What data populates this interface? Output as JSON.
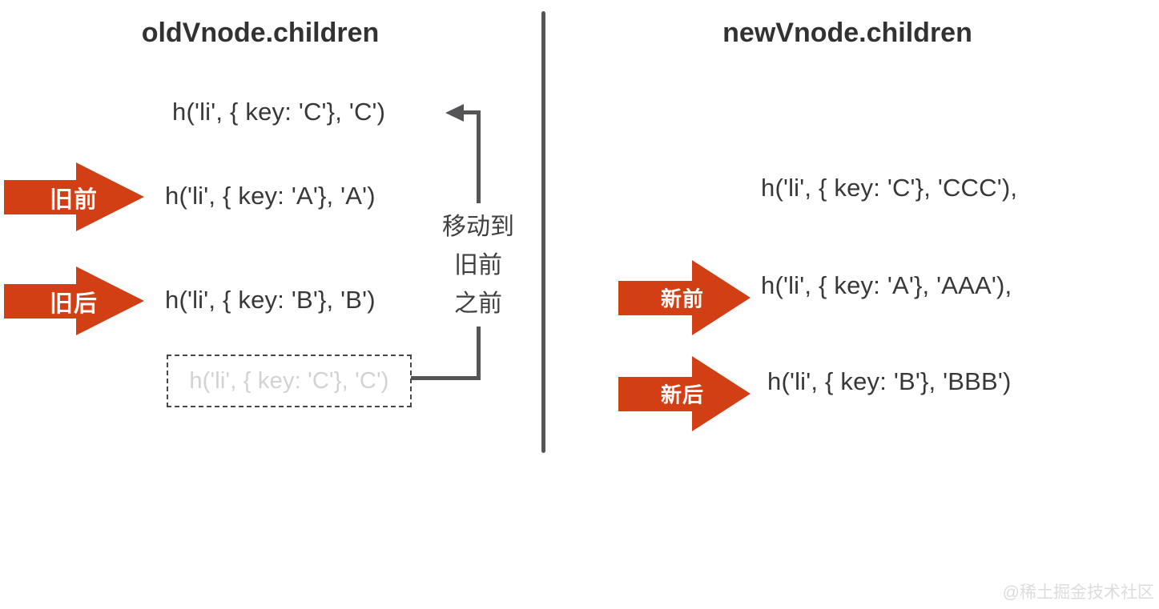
{
  "page": {
    "watermark": "@稀土掘金技术社区"
  },
  "colors": {
    "accent_red": "#D23F14",
    "text_dark": "#323232",
    "line_gray": "#555557",
    "ghost_text": "#D2D2D2",
    "watermark_gray": "#DCDCDC"
  },
  "old_panel": {
    "title": "oldVnode.children",
    "items": [
      {
        "code": "h('li', { key: 'C'}, 'C')"
      },
      {
        "code": "h('li', { key: 'A'}, 'A')",
        "pointer": "旧前"
      },
      {
        "code": "h('li', { key: 'B'}, 'B')",
        "pointer": "旧后"
      }
    ],
    "ghost_item": "h('li', { key: 'C'}, 'C')",
    "move_note_lines": [
      "移动到",
      "旧前",
      "之前"
    ]
  },
  "new_panel": {
    "title": "newVnode.children",
    "items": [
      {
        "code": "h('li', { key: 'C'}, 'CCC'),"
      },
      {
        "code": "h('li', { key: 'A'}, 'AAA'),",
        "pointer": "新前"
      },
      {
        "code": "h('li', { key: 'B'}, 'BBB')",
        "pointer": "新后"
      }
    ]
  }
}
